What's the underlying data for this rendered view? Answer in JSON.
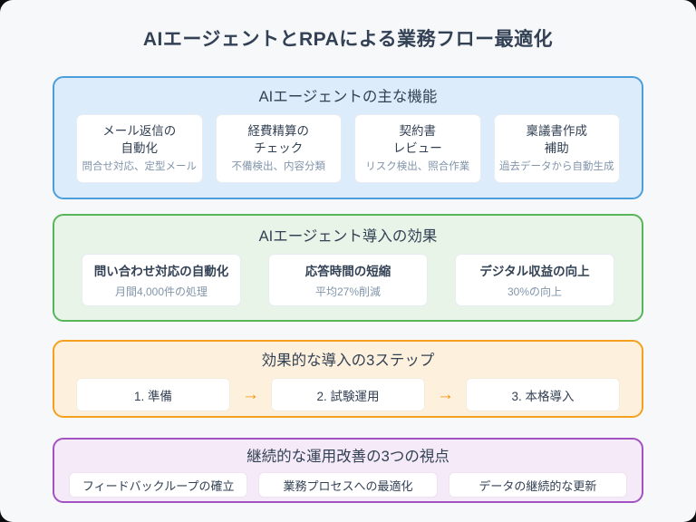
{
  "title": "AIエージェントとRPAによる業務フロー最適化",
  "colors": {
    "page_background": "#f7f8fa",
    "text_dark": "#334155",
    "text_muted": "#8295ab",
    "blue_border": "#4a9fdc",
    "blue_bg": "#ddecfb",
    "green_border": "#57b55a",
    "green_bg": "#e8f4e8",
    "orange_border": "#f5a01e",
    "orange_bg": "#fdf1dd",
    "orange_arrow": "#f59300",
    "purple_border": "#a153c1",
    "purple_bg": "#f5eaf8"
  },
  "sections": {
    "functions": {
      "title": "AIエージェントの主な機能",
      "cards": [
        {
          "title_line1": "メール返信の",
          "title_line2": "自動化",
          "subtitle": "問合せ対応、定型メール"
        },
        {
          "title_line1": "経費精算の",
          "title_line2": "チェック",
          "subtitle": "不備検出、内容分類"
        },
        {
          "title_line1": "契約書",
          "title_line2": "レビュー",
          "subtitle": "リスク検出、照合作業"
        },
        {
          "title_line1": "稟議書作成",
          "title_line2": "補助",
          "subtitle": "過去データから自動生成"
        }
      ]
    },
    "effects": {
      "title": "AIエージェント導入の効果",
      "cards": [
        {
          "title": "問い合わせ対応の自動化",
          "subtitle": "月間4,000件の処理"
        },
        {
          "title": "応答時間の短縮",
          "subtitle": "平均27%削減"
        },
        {
          "title": "デジタル収益の向上",
          "subtitle": "30%の向上"
        }
      ]
    },
    "steps": {
      "title": "効果的な導入の3ステップ",
      "items": [
        "1. 準備",
        "2. 試験運用",
        "3. 本格導入"
      ],
      "arrow": "→"
    },
    "perspectives": {
      "title": "継続的な運用改善の3つの視点",
      "items": [
        "フィードバックループの確立",
        "業務プロセスへの最適化",
        "データの継続的な更新"
      ]
    }
  }
}
